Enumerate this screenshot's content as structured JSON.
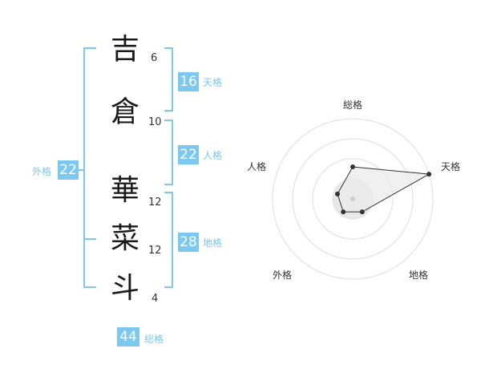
{
  "name_chars": [
    {
      "char": "吉",
      "strokes": "6"
    },
    {
      "char": "倉",
      "strokes": "10"
    },
    {
      "char": "華",
      "strokes": "12"
    },
    {
      "char": "菜",
      "strokes": "12"
    },
    {
      "char": "斗",
      "strokes": "4"
    }
  ],
  "fortunes": {
    "tenkaku": {
      "value": "16",
      "label": "天格"
    },
    "jinkaku": {
      "value": "22",
      "label": "人格"
    },
    "chikaku": {
      "value": "28",
      "label": "地格"
    },
    "gaikaku": {
      "value": "22",
      "label": "外格"
    },
    "soukaku": {
      "value": "44",
      "label": "総格"
    }
  },
  "colors": {
    "accent": "#7cc8ee",
    "bracket": "#7cc8ee",
    "radar_fill": "#f0f0f0",
    "radar_line": "#333333",
    "ring": "#dddddd"
  },
  "chart_data": {
    "type": "radar",
    "axes": [
      "総格",
      "天格",
      "地格",
      "外格",
      "人格"
    ],
    "values": [
      2,
      5,
      1,
      1,
      1
    ],
    "max": 5,
    "rings": 4
  }
}
